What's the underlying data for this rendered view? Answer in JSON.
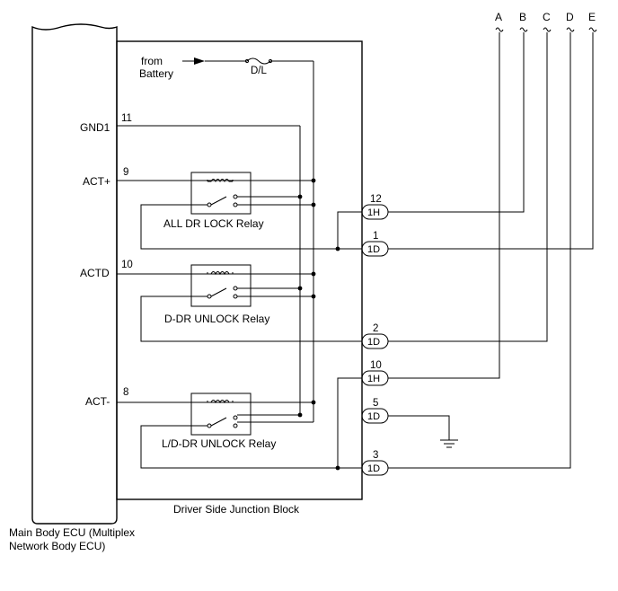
{
  "ecu": {
    "label_line1": "Main Body ECU (Multiplex",
    "label_line2": "Network Body ECU)"
  },
  "junction_block": {
    "label": "Driver Side Junction Block"
  },
  "battery": {
    "label_line1": "from",
    "label_line2": "Battery",
    "fuse_label": "D/L"
  },
  "terminals": [
    {
      "name": "GND1",
      "pin": "11"
    },
    {
      "name": "ACT+",
      "pin": "9"
    },
    {
      "name": "ACTD",
      "pin": "10"
    },
    {
      "name": "ACT-",
      "pin": "8"
    }
  ],
  "relays": [
    {
      "label": "ALL DR LOCK Relay"
    },
    {
      "label": "D-DR UNLOCK Relay"
    },
    {
      "label": "L/D-DR UNLOCK Relay"
    }
  ],
  "connectors": [
    {
      "code": "1H",
      "pin": "12"
    },
    {
      "code": "1D",
      "pin": "1"
    },
    {
      "code": "1D",
      "pin": "2"
    },
    {
      "code": "1H",
      "pin": "10"
    },
    {
      "code": "1D",
      "pin": "5"
    },
    {
      "code": "1D",
      "pin": "3"
    }
  ],
  "columns": [
    "A",
    "B",
    "C",
    "D",
    "E"
  ]
}
